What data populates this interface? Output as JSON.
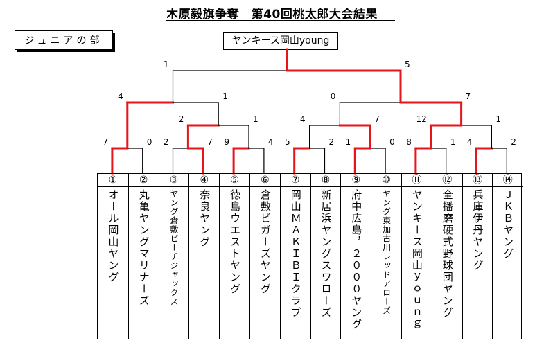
{
  "title": "木原毅旗争奪　第40回桃太郎大会結果",
  "division": "ジュニアの部",
  "champion": "ヤンキース岡山young",
  "colors": {
    "winner_line": "#e8141b",
    "line": "#000000"
  },
  "teams": [
    {
      "num": "①",
      "name": "オール岡山ヤング"
    },
    {
      "num": "②",
      "name": "丸亀ヤングマリナーズ"
    },
    {
      "num": "③",
      "name": "ヤング倉敷ピーチジャックス"
    },
    {
      "num": "④",
      "name": "奈良ヤング"
    },
    {
      "num": "⑤",
      "name": "徳島ウエストヤング"
    },
    {
      "num": "⑥",
      "name": "倉敷ビガーズヤング"
    },
    {
      "num": "⑦",
      "name": "岡山ＭＡＫＩＢＩクラブ"
    },
    {
      "num": "⑧",
      "name": "新居浜ヤングスワローズ"
    },
    {
      "num": "⑨",
      "name": "府中広島，２０００ヤング"
    },
    {
      "num": "⑩",
      "name": "ヤング東加古川レッドアローズ"
    },
    {
      "num": "⑪",
      "name": "ヤンキース岡山ｙｏｕｎｇ"
    },
    {
      "num": "⑫",
      "name": "全播磨硬式野球団ヤング"
    },
    {
      "num": "⑬",
      "name": "兵庫伊丹ヤング"
    },
    {
      "num": "⑭",
      "name": "ＪＫＢヤング"
    }
  ],
  "matches": [
    {
      "id": "R1-1",
      "teams": [
        "①",
        "②"
      ],
      "scores": [
        "7",
        "0"
      ],
      "winner": 0
    },
    {
      "id": "R1-2",
      "teams": [
        "③",
        "④"
      ],
      "scores": [
        "2",
        "7"
      ],
      "winner": 1
    },
    {
      "id": "R1-3",
      "teams": [
        "⑤",
        "⑥"
      ],
      "scores": [
        "9",
        "4"
      ],
      "winner": 0
    },
    {
      "id": "R1-4",
      "teams": [
        "⑦",
        "⑧"
      ],
      "scores": [
        "5",
        "2"
      ],
      "winner": 0
    },
    {
      "id": "R1-5",
      "teams": [
        "⑨",
        "⑩"
      ],
      "scores": [
        "1",
        "0"
      ],
      "winner": 0
    },
    {
      "id": "R1-6",
      "teams": [
        "⑪",
        "⑫"
      ],
      "scores": [
        "8",
        "1"
      ],
      "winner": 0
    },
    {
      "id": "R1-7",
      "teams": [
        "⑬",
        "⑭"
      ],
      "scores": [
        "4",
        "2"
      ],
      "winner": 0
    },
    {
      "id": "QF-1",
      "teams": [
        "④",
        "⑤"
      ],
      "scores": [
        "2",
        "1"
      ],
      "winner": 0
    },
    {
      "id": "QF-2",
      "teams": [
        "⑦",
        "⑨"
      ],
      "scores": [
        "4",
        "7"
      ],
      "winner": 1
    },
    {
      "id": "QF-3",
      "teams": [
        "⑪",
        "⑬"
      ],
      "scores": [
        "12",
        "1"
      ],
      "winner": 0
    },
    {
      "id": "SF-1",
      "teams": [
        "①",
        "④"
      ],
      "scores": [
        "4",
        "1"
      ],
      "winner": 0
    },
    {
      "id": "SF-2",
      "teams": [
        "⑨",
        "⑪"
      ],
      "scores": [
        "0",
        "7"
      ],
      "winner": 1
    },
    {
      "id": "F",
      "teams": [
        "①",
        "⑪"
      ],
      "scores": [
        "1",
        "5"
      ],
      "winner": 1
    }
  ]
}
